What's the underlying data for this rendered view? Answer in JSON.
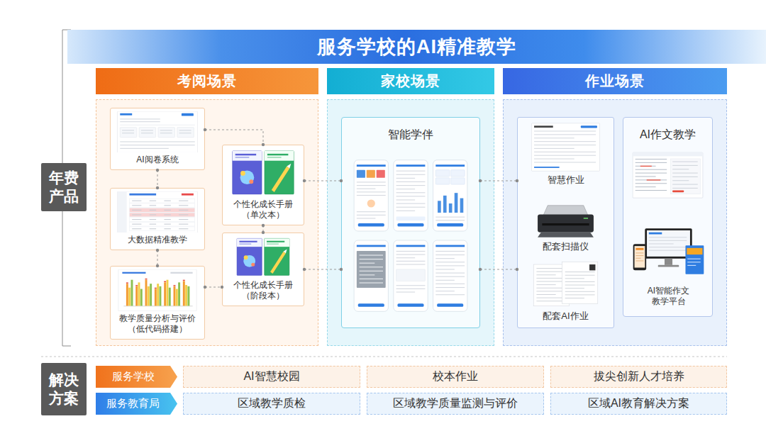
{
  "diagram": {
    "title": "服务学校的AI精准教学",
    "nodes": [
      {
        "text": [
          "考阅场景"
        ]
      },
      {
        "text": [
          "AI阅卷系统"
        ],
        "in": 0
      },
      {
        "text": [
          "个性化成长手册 （单次本）"
        ],
        "in": 0
      },
      {
        "text": [
          "大数据精准教学"
        ],
        "in": 0
      },
      {
        "text": [
          "个性化成长手册 （阶段本）"
        ],
        "in": 0
      },
      {
        "text": [
          "教学质量分析与评价 （低代码搭建）"
        ],
        "in": 0
      },
      {
        "text": [
          "家校场景"
        ]
      },
      {
        "text": [
          "智能学伴"
        ],
        "in": 6
      },
      {
        "text": [
          "作业场景"
        ]
      },
      {
        "text": [
          "智慧作业"
        ],
        "in": 8
      },
      {
        "text": [
          "配套扫描仪"
        ],
        "in": 8
      },
      {
        "text": [
          "配套AI作业"
        ],
        "in": 8
      },
      {
        "text": [
          "AI作文教学"
        ],
        "in": 8
      },
      {
        "text": [
          "AI智能作文 教学平台"
        ],
        "in": 12
      },
      {
        "text": [
          "年费产品"
        ]
      },
      {
        "text": [
          "解决方案"
        ]
      },
      {
        "text": [
          "服务学校"
        ]
      },
      {
        "text": [
          "AI智慧校园"
        ]
      },
      {
        "text": [
          "校本作业"
        ]
      },
      {
        "text": [
          "拔尖创新人才培养"
        ]
      },
      {
        "text": [
          "服务教育局"
        ]
      },
      {
        "text": [
          "区域教学质检"
        ]
      },
      {
        "text": [
          "区域教学质量监测与评价"
        ]
      },
      {
        "text": [
          "区域AI教育解决方案"
        ]
      }
    ],
    "edges": [
      {
        "from": 1,
        "to": 3,
        "arrow": "none"
      },
      {
        "from": 3,
        "to": 5,
        "arrow": "none"
      },
      {
        "from": 1,
        "to": 2,
        "arrow": "none"
      },
      {
        "from": 2,
        "to": 4,
        "arrow": "none"
      },
      {
        "from": 5,
        "to": 4,
        "arrow": "none"
      },
      {
        "from": 2,
        "to": 7,
        "arrow": "none"
      },
      {
        "from": 4,
        "to": 7,
        "arrow": "none"
      },
      {
        "from": 7,
        "to": 9,
        "arrow": "none"
      },
      {
        "from": 7,
        "to": 11,
        "arrow": "none"
      }
    ]
  }
}
